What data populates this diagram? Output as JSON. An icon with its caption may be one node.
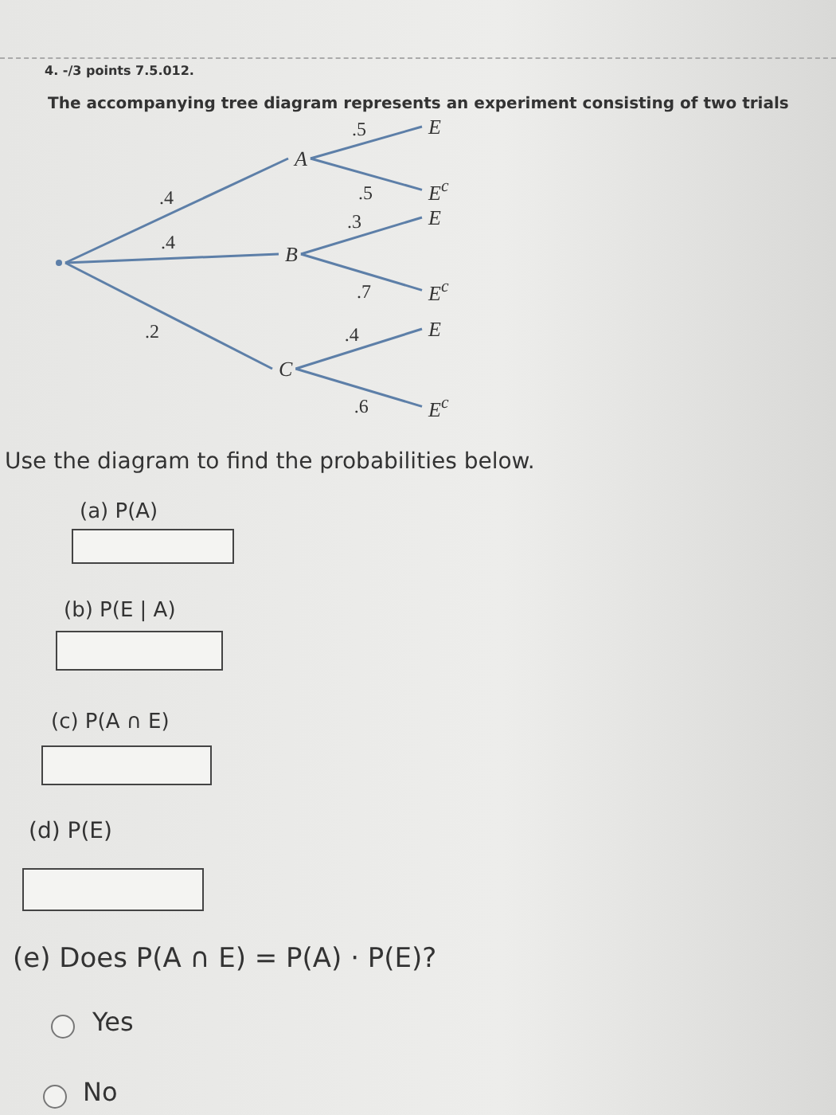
{
  "diagram": {
    "nodes": [
      {
        "text": [],
        "shape": "point"
      },
      {
        "text": [
          "A"
        ]
      },
      {
        "text": [
          "B"
        ]
      },
      {
        "text": [
          "C"
        ]
      },
      {
        "text": [
          "E"
        ]
      },
      {
        "text": [
          "E$^{c}$"
        ]
      },
      {
        "text": [
          "E"
        ]
      },
      {
        "text": [
          "E$^{c}$"
        ]
      },
      {
        "text": [
          "E"
        ]
      },
      {
        "text": [
          "E$^{c}$"
        ]
      }
    ],
    "edges": [
      {
        "from": 0,
        "to": 1,
        "arrow": "none",
        "label": ".4"
      },
      {
        "from": 0,
        "to": 2,
        "arrow": "none",
        "label": ".4"
      },
      {
        "from": 0,
        "to": 3,
        "arrow": "none",
        "label": ".2"
      },
      {
        "from": 1,
        "to": 4,
        "arrow": "none",
        "label": ".5"
      },
      {
        "from": 1,
        "to": 5,
        "arrow": "none",
        "label": ".5"
      },
      {
        "from": 2,
        "to": 6,
        "arrow": "none",
        "label": ".3"
      },
      {
        "from": 2,
        "to": 7,
        "arrow": "none",
        "label": ".7"
      },
      {
        "from": 3,
        "to": 8,
        "arrow": "none",
        "label": ".4"
      },
      {
        "from": 3,
        "to": 9,
        "arrow": "none",
        "label": ".6"
      }
    ],
    "labels": [
      "4. -/3 points 7.5.012.",
      "The accompanying tree diagram represents an experiment consisting of two trials",
      "Use the diagram to find the probabilities below.",
      "(a)  P(A)",
      "(b)  P(E | A)",
      "(c)  P(A ∩ E)",
      "(d)  P(E)",
      "(e) Does P(A ∩ E) = P(A) · P(E)?",
      "Yes",
      "No"
    ]
  }
}
